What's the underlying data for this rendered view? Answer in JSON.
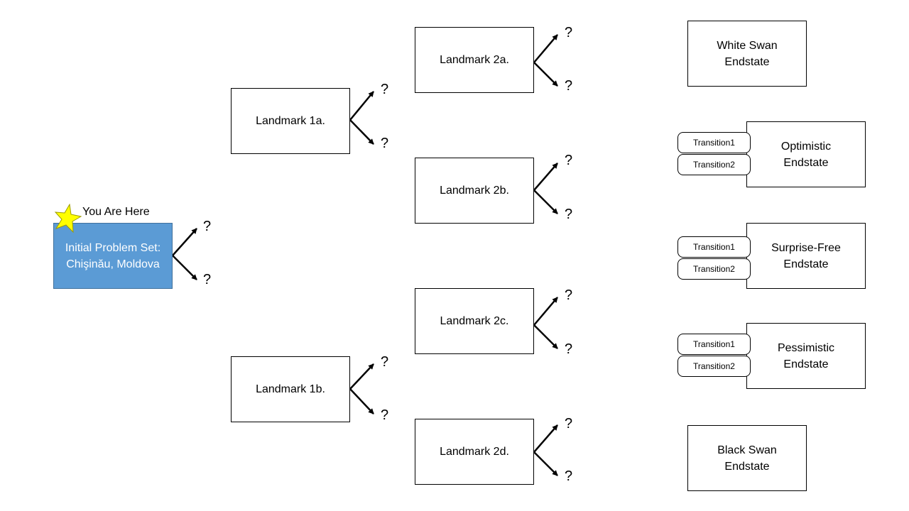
{
  "initial": {
    "label": "Initial Problem Set:\nChişinău, Moldova",
    "marker_label": "You Are Here",
    "marker_icon": "star-icon",
    "fill_color": "#5b9bd5",
    "star_color": "#ffff00"
  },
  "landmarks": {
    "l1a": "Landmark 1a.",
    "l1b": "Landmark 1b.",
    "l2a": "Landmark 2a.",
    "l2b": "Landmark 2b.",
    "l2c": "Landmark 2c.",
    "l2d": "Landmark 2d."
  },
  "branch_marker": "?",
  "endstates": {
    "white_swan": "White Swan\nEndstate",
    "optimistic": "Optimistic\nEndstate",
    "surprise_free": "Surprise-Free\nEndstate",
    "pessimistic": "Pessimistic\nEndstate",
    "black_swan": "Black Swan\nEndstate"
  },
  "transitions": [
    "Transition1",
    "Transition2"
  ]
}
